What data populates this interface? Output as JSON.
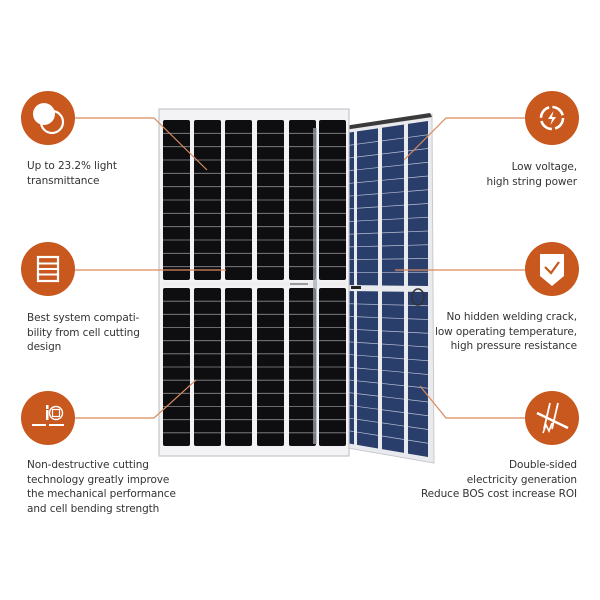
{
  "colors": {
    "accent": "#C8581E",
    "connector_line": "#D98A5F",
    "text": "#333333",
    "front_cell": "#0E0E10",
    "back_cell": "#2A3E6B",
    "frame": "#E6E6E8"
  },
  "features": [
    {
      "id": "light-transmittance",
      "icon": "overlapping-circles-icon",
      "side": "left",
      "lines": [
        "Up to 23.2% light",
        "transmittance"
      ]
    },
    {
      "id": "system-compatibility",
      "icon": "cell-cutting-grid-icon",
      "side": "left",
      "lines": [
        "Best system compati-",
        "bility from cell cutting",
        "design"
      ]
    },
    {
      "id": "non-destructive-cutting",
      "icon": "cutting-tool-icon",
      "side": "left",
      "lines": [
        "Non-destructive cutting",
        "technology greatly improve",
        "the mechanical performance",
        "and cell bending strength"
      ]
    },
    {
      "id": "low-voltage",
      "icon": "lightning-cycle-icon",
      "side": "right",
      "lines": [
        "Low voltage,",
        "high string power"
      ]
    },
    {
      "id": "no-welding-crack",
      "icon": "shield-check-icon",
      "side": "right",
      "lines": [
        "No hidden welding crack,",
        "low operating temperature,",
        "high pressure resistance"
      ]
    },
    {
      "id": "double-sided",
      "icon": "double-sided-panel-icon",
      "side": "right",
      "lines": [
        "Double-sided",
        "electricity generation",
        "Reduce BOS cost increase ROI"
      ]
    }
  ]
}
